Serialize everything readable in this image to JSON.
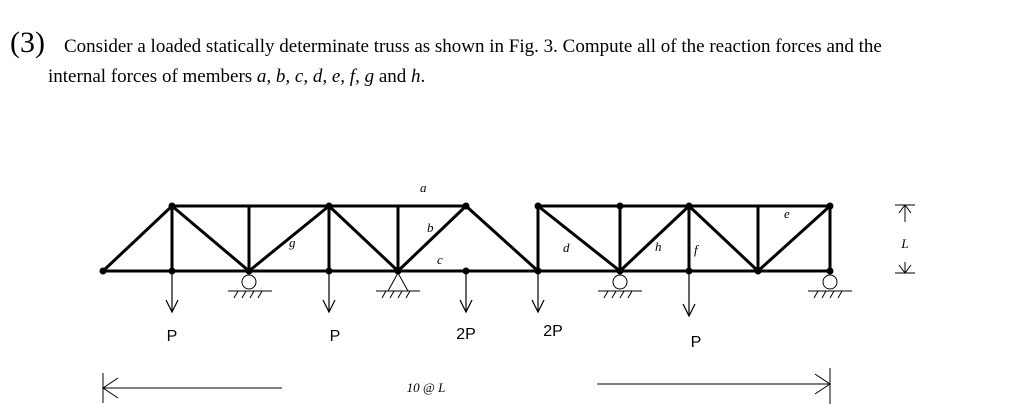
{
  "problem": {
    "number": "(3)",
    "statement": "Consider a loaded statically determinate truss as shown in Fig. 3. Compute all of the reaction forces and the",
    "line2_prefix": "internal forces of members ",
    "members_list": "a, b, c, d, e, f, g",
    "and_word": " and ",
    "last_member": "h",
    "period": "."
  },
  "diagram": {
    "member_labels": {
      "a": "a",
      "b": "b",
      "c": "c",
      "d": "d",
      "e": "e",
      "f": "f",
      "g": "g",
      "h": "h"
    },
    "loads": [
      "P",
      "P",
      "2P",
      "2P",
      "P"
    ],
    "height_label": "L",
    "span_label": "10 @ L"
  }
}
